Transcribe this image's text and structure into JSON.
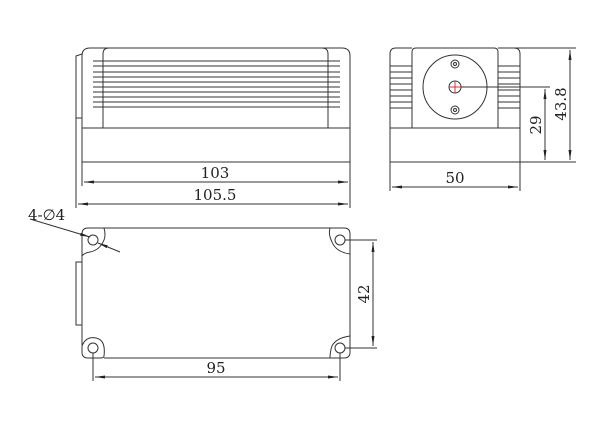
{
  "drawing": {
    "side_view": {
      "dim_inner": "103",
      "dim_overall": "105.5"
    },
    "end_view": {
      "dim_width": "50",
      "dim_center_height": "29",
      "dim_height": "43.8"
    },
    "bottom_view": {
      "hole_callout": "4-∅4",
      "dim_hole_vertical": "42",
      "dim_hole_horizontal": "95"
    },
    "colors": {
      "line": "#333333",
      "center_mark": "#e03030"
    }
  }
}
